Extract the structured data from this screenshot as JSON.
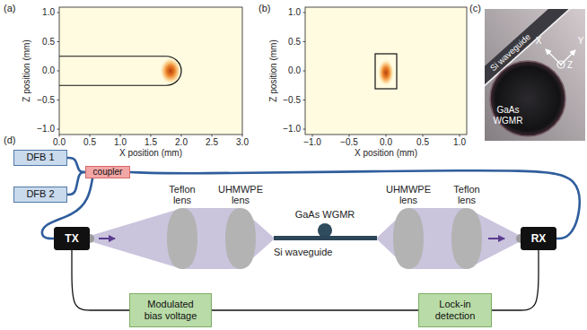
{
  "diagram": {
    "nodes": [
      {
        "text": [
          "DFB 1"
        ]
      },
      {
        "text": [
          "DFB 2"
        ]
      },
      {
        "text": [
          "coupler"
        ]
      },
      {
        "text": [
          "TX"
        ]
      },
      {
        "text": [
          "Teflon lens"
        ]
      },
      {
        "text": [
          "UHMWPE lens"
        ]
      },
      {
        "text": [
          "GaAs WGMR"
        ]
      },
      {
        "text": [
          "Si waveguide"
        ]
      },
      {
        "text": [
          "UHMWPE lens"
        ]
      },
      {
        "text": [
          "Teflon lens"
        ]
      },
      {
        "text": [
          "RX"
        ]
      },
      {
        "text": [
          "Modulated bias voltage"
        ]
      },
      {
        "text": [
          "Lock-in detection"
        ]
      }
    ],
    "edges": [
      {
        "from": 0,
        "to": 2,
        "arrow": "none"
      },
      {
        "from": 1,
        "to": 2,
        "arrow": "none"
      },
      {
        "from": 2,
        "to": 3,
        "arrow": "none"
      },
      {
        "from": 2,
        "to": 10,
        "arrow": "none"
      },
      {
        "from": 3,
        "to": 11,
        "arrow": "none"
      },
      {
        "from": 10,
        "to": 12,
        "arrow": "none"
      },
      {
        "from": 11,
        "to": 12,
        "arrow": "none"
      }
    ],
    "labels": [
      "(a)",
      "Z position (mm)",
      "1.0",
      "0.5",
      "0.0",
      "−0.5",
      "−1.0",
      "0.0",
      "0.5",
      "1.0",
      "1.5",
      "2.0",
      "2.5",
      "3.0",
      "X position (mm)",
      "(b)",
      "Z position (mm)",
      "1.0",
      "0.5",
      "0.0",
      "−0.5",
      "−1.0",
      "−1.0",
      "−0.5",
      "0.0",
      "0.5",
      "1.0",
      "X position (mm)",
      "(c)",
      "Si waveguide",
      "GaAs WGMR",
      "X",
      "Y",
      "Z",
      "(d)"
    ]
  }
}
